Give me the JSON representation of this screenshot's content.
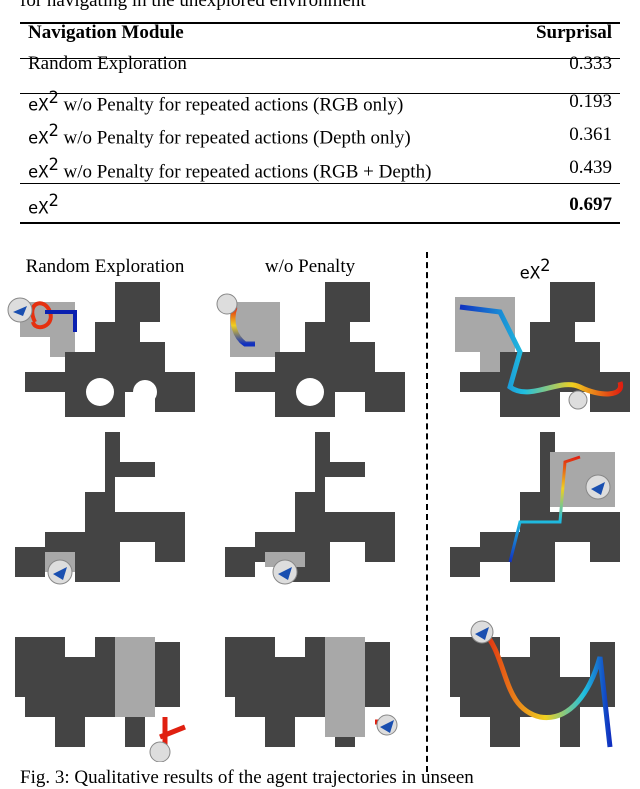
{
  "top_text": "for navigating in the unexplored environment",
  "table": {
    "headers": [
      "Navigation Module",
      "Surprisal"
    ],
    "rows": [
      {
        "label": "Random Exploration",
        "value": "0.333",
        "mono_prefix": ""
      },
      {
        "label": " w/o Penalty for repeated actions (RGB only)",
        "value": "0.193",
        "mono_prefix": "eX",
        "sup": "2"
      },
      {
        "label": " w/o Penalty for repeated actions (Depth only)",
        "value": "0.361",
        "mono_prefix": "eX",
        "sup": "2"
      },
      {
        "label": " w/o Penalty for repeated actions (RGB + Depth)",
        "value": "0.439",
        "mono_prefix": "eX",
        "sup": "2"
      },
      {
        "label": "",
        "value": "0.697",
        "mono_prefix": "eX",
        "sup": "2"
      }
    ]
  },
  "figure": {
    "columns": [
      {
        "title": "Random Exploration"
      },
      {
        "title": "w/o Penalty"
      },
      {
        "title_mono": "eX",
        "title_sup": "2"
      }
    ]
  },
  "caption": "Fig. 3: Qualitative results of the agent trajectories in unseen"
}
